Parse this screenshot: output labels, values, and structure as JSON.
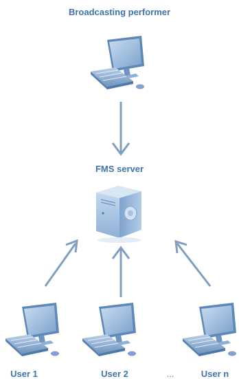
{
  "diagram": {
    "title": "Broadcasting performer",
    "server_label": "FMS server",
    "users": [
      "User 1",
      "User 2",
      "User n"
    ],
    "ellipsis": "...",
    "colors": {
      "label": "#3f74ab",
      "arrow": "#7f9ec0",
      "device_light": "#cfe0f2",
      "device_mid": "#8fb3d9",
      "device_dark": "#4d79a8"
    },
    "icons": [
      "computer-icon",
      "server-icon",
      "arrow-icon"
    ]
  }
}
